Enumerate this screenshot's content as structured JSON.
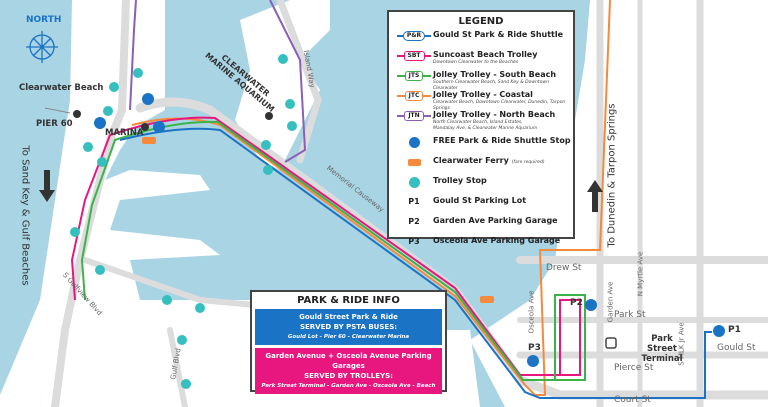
{
  "colors": {
    "water": "#a9d4e4",
    "land": "#ffffff",
    "road": "#dcdcdc",
    "pr_shuttle": "#1a73c4",
    "sbt": "#e8177f",
    "jts": "#3cb34a",
    "jtc": "#f58a3c",
    "jtn": "#8b5fb5",
    "trolley_stop": "#35bfbf",
    "ferry": "#f58a3c"
  },
  "compass": {
    "label": "NORTH",
    "icon": "compass-rose-icon"
  },
  "places": {
    "clearwater_beach": "Clearwater Beach",
    "pier60": "PIER 60",
    "marina": "MARINA",
    "aquarium": "CLEARWATER MARINE AQUARIUM",
    "park_street_terminal": "Park Street Terminal",
    "p1": "P1",
    "p2": "P2",
    "p3": "P3"
  },
  "streets": {
    "island_way": "Island Way",
    "memorial_causeway": "Memorial Causeway",
    "s_gulfview": "S Gulfview Blvd",
    "gulf_blvd": "Gulf Blvd",
    "drew": "Drew St",
    "osceola": "Osceola Ave",
    "garden": "Garden Ave",
    "n_myrtle": "N Myrtle Ave",
    "park": "Park St",
    "pierce": "Pierce St",
    "court": "Court St",
    "mlk": "S MLK Jr Ave",
    "gould": "Gould St"
  },
  "directions": {
    "south": "To Sand Key & Gulf Beaches",
    "north": "To Dunedin & Tarpon Springs"
  },
  "legend": {
    "title": "LEGEND",
    "routes": [
      {
        "badge": "P&R",
        "name": "Gould St Park & Ride Shuttle",
        "desc": "",
        "color": "#1a73c4"
      },
      {
        "badge": "SBT",
        "name": "Suncoast Beach Trolley",
        "desc": "Downtown Clearwater to the Beaches",
        "color": "#e8177f"
      },
      {
        "badge": "JTS",
        "name": "Jolley Trolley - South Beach",
        "desc": "Southern Clearwater Beach, Sand Key & Downtown Clearwater",
        "color": "#3cb34a"
      },
      {
        "badge": "JTC",
        "name": "Jolley Trolley - Coastal",
        "desc": "Clearwater Beach, Downtown Clearwater, Dunedin, Tarpon Springs",
        "color": "#f58a3c"
      },
      {
        "badge": "JTN",
        "name": "Jolley Trolley - North Beach",
        "desc": "North Clearwater Beach, Island Estates, Mandalay Ave, & Clearwater Marine Aquarium",
        "color": "#8b5fb5"
      }
    ],
    "shuttle_stop": "FREE Park & Ride Shuttle Stop",
    "ferry": "Clearwater Ferry",
    "ferry_note": "(fare required)",
    "trolley_stop": "Trolley Stop",
    "parking": [
      {
        "code": "P1",
        "name": "Gould St Parking Lot"
      },
      {
        "code": "P2",
        "name": "Garden Ave Parking Garage"
      },
      {
        "code": "P3",
        "name": "Osceola Ave Parking Garage"
      }
    ]
  },
  "park_ride": {
    "title": "PARK & RIDE INFO",
    "bus": {
      "line1": "Gould Street Park & Ride",
      "line2": "SERVED BY PSTA BUSES:",
      "stops": "Gould Lot - Pier 60 - Clearwater Marina"
    },
    "trolley": {
      "line1": "Garden Avenue + Osceola Avenue Parking Garages",
      "line2": "SERVED BY TROLLEYS:",
      "stops": "Park Street Terminal - Garden Ave - Osceola Ave - Beach"
    }
  }
}
